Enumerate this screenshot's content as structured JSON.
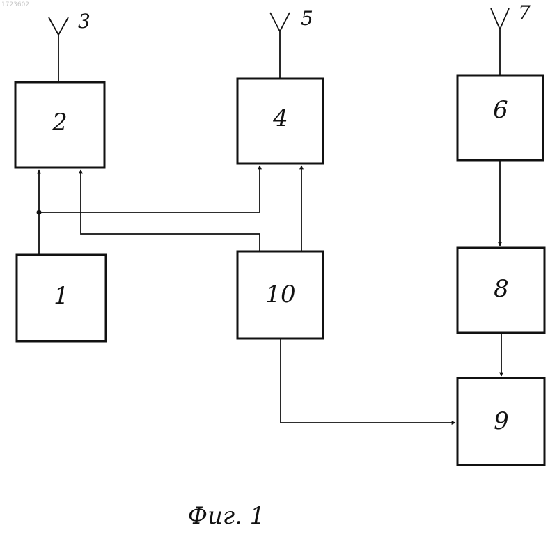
{
  "doc_number": "1723602",
  "caption": "Фиг. 1",
  "blocks": {
    "b1": "1",
    "b2": "2",
    "b4": "4",
    "b6": "6",
    "b8": "8",
    "b9": "9",
    "b10": "10"
  },
  "antennas": {
    "a3": "3",
    "a5": "5",
    "a7": "7"
  }
}
